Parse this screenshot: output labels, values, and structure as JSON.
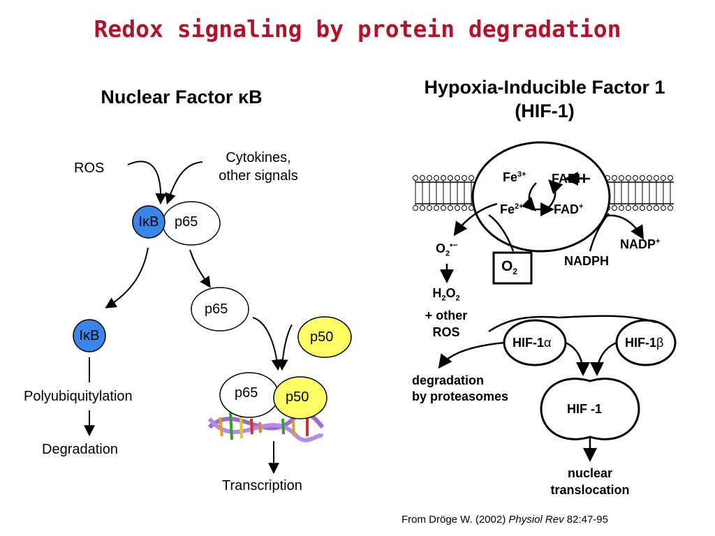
{
  "title": "Redox signaling by protein degradation",
  "nfkb": {
    "heading_prefix": "Nuclear Factor ",
    "heading_kappa": "κ",
    "heading_suffix": "B",
    "ros": "ROS",
    "cytokines_line1": "Cytokines,",
    "cytokines_line2": "other signals",
    "ikb_i": "I",
    "ikb_kappa": "κ",
    "ikb_b": "B",
    "p65": "p65",
    "p50": "p50",
    "polyubiquitylation": "Polyubiquitylation",
    "degradation": "Degradation",
    "transcription": "Transcription"
  },
  "hif": {
    "heading_line1": "Hypoxia-Inducible Factor 1",
    "heading_line2": "(HIF-1)",
    "fe3": "Fe",
    "fe3_sup": "3+",
    "fe2": "Fe",
    "fe2_sup": "2+",
    "fadh": "FADH",
    "fad": "FAD",
    "fad_sup": "+",
    "o2_minus": "O",
    "o2_minus_sub": "2",
    "o2_minus_sup": "•−",
    "o2_box": "O",
    "o2_box_sub": "2",
    "nadph": "NADPH",
    "nadp": "NADP",
    "nadp_sup": "+",
    "h2o2_h": "H",
    "h2o2_sub1": "2",
    "h2o2_o": "O",
    "h2o2_sub2": "2",
    "other_ros_line1": "+ other",
    "other_ros_line2": "ROS",
    "hif1a": "HIF-1",
    "alpha": "α",
    "hif1b": "HIF-1",
    "beta": "β",
    "hif_complex": "HIF -1",
    "degradation_line1": "degradation",
    "degradation_line2": "by proteasomes",
    "nuclear_line1": "nuclear",
    "nuclear_line2": "translocation"
  },
  "citation": {
    "prefix": "From Dröge W. (2002) ",
    "journal": "Physiol Rev",
    "suffix": " 82:47-95"
  },
  "colors": {
    "title": "#b3122a",
    "ikb_fill": "#3a86e8",
    "p50_fill": "#ffff66",
    "dna_purple": "#9b6bd6"
  }
}
